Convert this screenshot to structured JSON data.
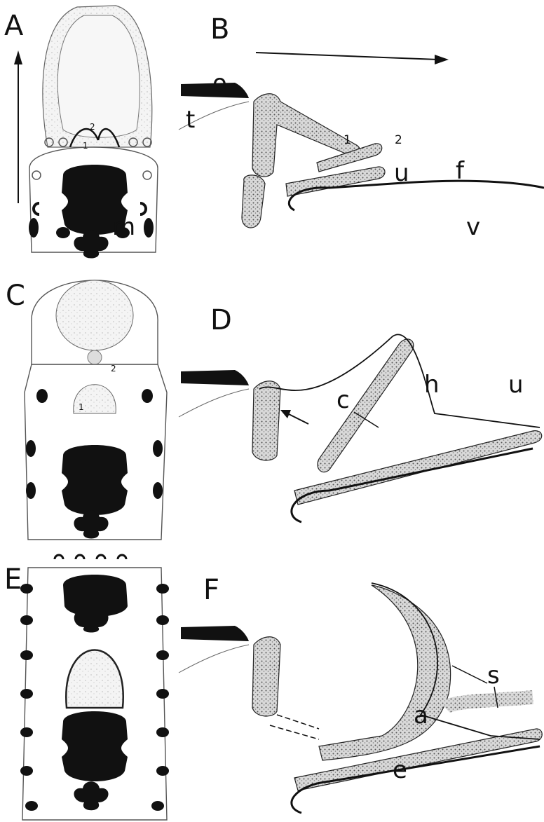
{
  "panels": {
    "A": "A",
    "B": "B",
    "C": "C",
    "D": "D",
    "E": "E",
    "F": "F"
  },
  "panel_A": {
    "label_1": "1",
    "label_2": "2",
    "label_m": "m"
  },
  "panel_B": {
    "label_o": "o",
    "label_t": "t",
    "label_1": "1",
    "label_2": "2",
    "label_u": "u",
    "label_f": "f",
    "label_v": "v"
  },
  "panel_C": {
    "label_1": "1",
    "label_2": "2"
  },
  "panel_D": {
    "label_c": "c",
    "label_h": "h",
    "label_u": "u"
  },
  "panel_F": {
    "label_s": "s",
    "label_a": "a",
    "label_e": "e"
  }
}
